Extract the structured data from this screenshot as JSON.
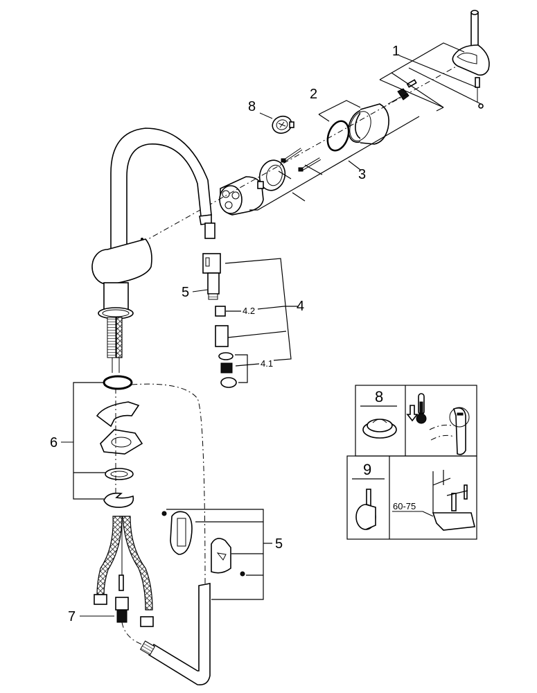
{
  "diagram": {
    "title": "Kitchen faucet exploded spare parts view",
    "callouts": {
      "c1": "1",
      "c2": "2",
      "c3": "3",
      "c4": "4",
      "c4_1": "4.1",
      "c4_2": "4.2",
      "c5_spout": "5",
      "c5_holder": "5",
      "c6": "6",
      "c7": "7",
      "c8": "8"
    },
    "info_panel": {
      "box8_label": "8",
      "box9_label": "9",
      "dimension_label": "60-75",
      "icons": [
        "temperature-limiter-icon",
        "thermometer-icon",
        "down-arrow-icon",
        "lever-handle-icon"
      ]
    }
  }
}
